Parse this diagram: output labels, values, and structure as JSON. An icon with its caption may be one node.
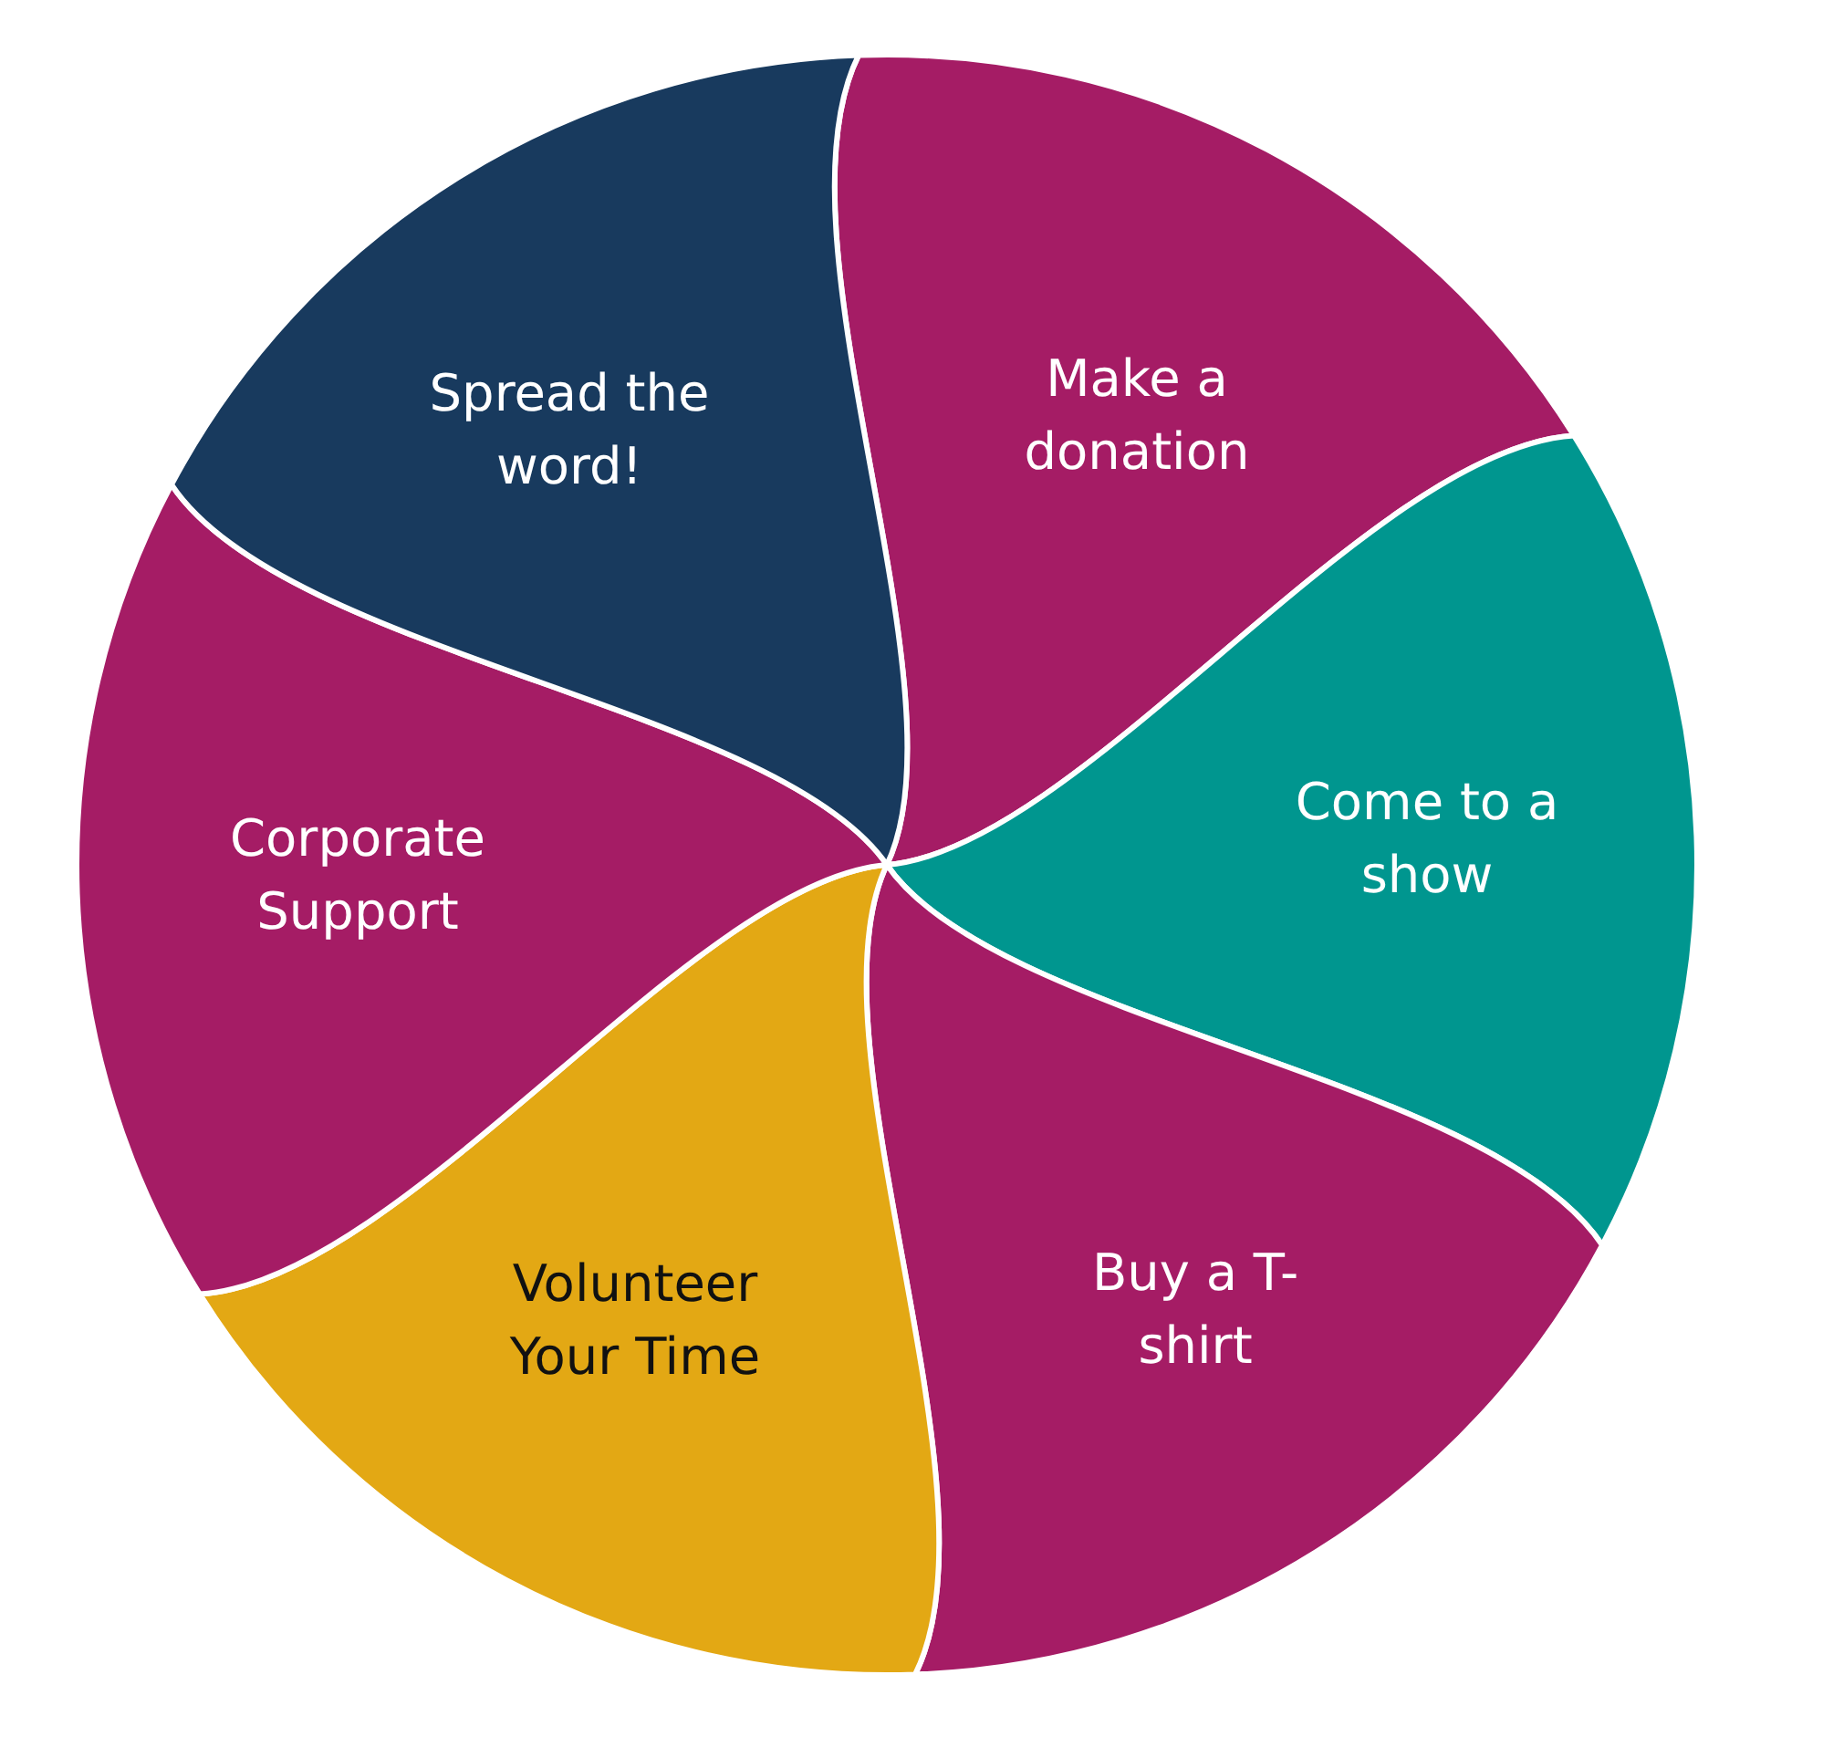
{
  "diagram": {
    "nodes": [
      {
        "text": [
          "Make a donation"
        ]
      },
      {
        "text": [
          "Come to a show"
        ]
      },
      {
        "text": [
          "Buy a T-shirt"
        ]
      },
      {
        "text": [
          "Volunteer Your Time"
        ]
      },
      {
        "text": [
          "Corporate Support"
        ]
      },
      {
        "text": [
          "Spread the word!"
        ]
      }
    ]
  }
}
